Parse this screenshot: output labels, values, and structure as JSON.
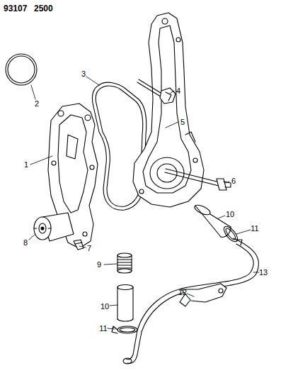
{
  "diagram": {
    "labels": [
      "93107",
      "2500",
      "2",
      "3",
      "4",
      "5",
      "1",
      "6",
      "8",
      "7",
      "10",
      "11",
      "9",
      "10",
      "11",
      "12",
      "13"
    ]
  }
}
